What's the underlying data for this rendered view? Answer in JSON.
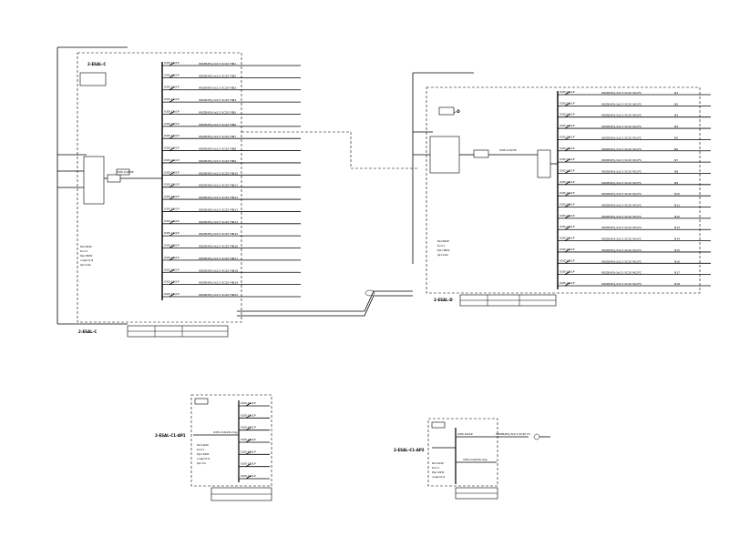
{
  "panel_a": {
    "name": "2-ESAL-C",
    "supply_left": "2-ESAL-C",
    "breaker_rows": [
      {
        "breaker": "IC65-C6/1P",
        "cable": "WDZB-BYJ-3x2.5 SC20 FC",
        "circuit": "N1"
      },
      {
        "breaker": "IC65-C6/1P",
        "cable": "WDZB-BYJ-3x2.5 SC20 FC",
        "circuit": "N2"
      },
      {
        "breaker": "IC65-C6/1P",
        "cable": "WDZB-BYJ-3x2.5 SC20 FC",
        "circuit": "N3"
      },
      {
        "breaker": "IC65-C6/1P",
        "cable": "WDZB-BYJ-3x2.5 SC20 FC",
        "circuit": "N4"
      },
      {
        "breaker": "IC65-C6/1P",
        "cable": "WDZB-BYJ-3x2.5 SC20 FC",
        "circuit": "N5"
      },
      {
        "breaker": "IC65-C6/1P",
        "cable": "WDZB-BYJ-3x2.5 SC20 FC",
        "circuit": "N6"
      },
      {
        "breaker": "IC65-C6/1P",
        "cable": "WDZB-BYJ-3x2.5 SC20 FC",
        "circuit": "N7"
      },
      {
        "breaker": "IC65-C6/1P",
        "cable": "WDZB-BYJ-3x2.5 SC20 FC",
        "circuit": "N8"
      },
      {
        "breaker": "IC65-C6/1P",
        "cable": "WDZB-BYJ-3x2.5 SC20 FC",
        "circuit": "N9"
      },
      {
        "breaker": "IC65-C6/1P",
        "cable": "WDZB-BYJ-3x2.5 SC20 FC",
        "circuit": "N10"
      },
      {
        "breaker": "IC65-C6/1P",
        "cable": "WDZB-BYJ-3x2.5 SC20 FC",
        "circuit": "N11"
      },
      {
        "breaker": "IC65-C6/1P",
        "cable": "WDZB-BYJ-3x2.5 SC20 FC",
        "circuit": "N12"
      },
      {
        "breaker": "IC65-C6/1P",
        "cable": "WDZB-BYJ-3x2.5 SC20 FC",
        "circuit": "N13"
      },
      {
        "breaker": "IC65-C6/1P",
        "cable": "WDZB-BYJ-3x2.5 SC20 FC",
        "circuit": "N14"
      },
      {
        "breaker": "IC65-C6/1P",
        "cable": "WDZB-BYJ-3x2.5 SC20 FC",
        "circuit": "N15"
      },
      {
        "breaker": "IC65-C6/1P",
        "cable": "WDZB-BYJ-3x2.5 SC20 FC",
        "circuit": "N16"
      },
      {
        "breaker": "IC65-C6/1P",
        "cable": "WDZB-BYJ-3x2.5 SC20 FC",
        "circuit": "N17"
      },
      {
        "breaker": "IC65-C6/1P",
        "cable": "WDZB-BYJ-3x2.5 SC20 FC",
        "circuit": "N18"
      },
      {
        "breaker": "IC65-C6/1P",
        "cable": "WDZB-BYJ-3x2.5 SC20 FC",
        "circuit": "N19"
      },
      {
        "breaker": "IC65-C6/1P",
        "cable": "WDZB-BYJ-3x2.5 SC20 FC",
        "circuit": "N20"
      }
    ],
    "main_breaker": "IC65-C16/3P",
    "params": [
      "Pe=8kW",
      "Kx=1",
      "Pjs=8kW",
      "cosφ=0.9",
      "Ijs=14A"
    ],
    "footer": "2-ESAL-C"
  },
  "panel_b": {
    "name": "2-ESAL-D",
    "supply_left": "2-ESAL-D",
    "breaker_rows": [
      {
        "breaker": "IC65-C6/1P",
        "cable": "WDZB-BYJ-3x2.5 SC20 WC/FC",
        "circuit": "N1"
      },
      {
        "breaker": "IC65-C6/1P",
        "cable": "WDZB-BYJ-3x2.5 SC20 WC/FC",
        "circuit": "N2"
      },
      {
        "breaker": "IC65-C6/1P",
        "cable": "WDZB-BYJ-3x2.5 SC20 WC/FC",
        "circuit": "N3"
      },
      {
        "breaker": "IC65-C6/1P",
        "cable": "WDZB-BYJ-3x2.5 SC20 WC/FC",
        "circuit": "N4"
      },
      {
        "breaker": "IC65-C6/1P",
        "cable": "WDZB-BYJ-3x2.5 SC20 WC/FC",
        "circuit": "N5"
      },
      {
        "breaker": "IC65-C6/1P",
        "cable": "WDZB-BYJ-3x2.5 SC20 WC/FC",
        "circuit": "N6"
      },
      {
        "breaker": "IC65-C6/1P",
        "cable": "WDZB-BYJ-3x2.5 SC20 WC/FC",
        "circuit": "N7"
      },
      {
        "breaker": "IC65-C6/1P",
        "cable": "WDZB-BYJ-3x2.5 SC20 WC/FC",
        "circuit": "N8"
      },
      {
        "breaker": "IC65-C6/1P",
        "cable": "WDZB-BYJ-3x2.5 SC20 WC/FC",
        "circuit": "N9"
      },
      {
        "breaker": "IC65-C6/1P",
        "cable": "WDZB-BYJ-3x2.5 SC20 WC/FC",
        "circuit": "N10"
      },
      {
        "breaker": "IC65-C6/1P",
        "cable": "WDZB-BYJ-3x2.5 SC20 WC/FC",
        "circuit": "N11"
      },
      {
        "breaker": "IC65-C6/1P",
        "cable": "WDZB-BYJ-3x2.5 SC20 WC/FC",
        "circuit": "N12"
      },
      {
        "breaker": "IC65-C6/1P",
        "cable": "WDZB-BYJ-3x2.5 SC20 WC/FC",
        "circuit": "N13"
      },
      {
        "breaker": "IC65-C6/1P",
        "cable": "WDZB-BYJ-3x2.5 SC20 WC/FC",
        "circuit": "N14"
      },
      {
        "breaker": "IC65-C6/1P",
        "cable": "WDZB-BYJ-3x2.5 SC20 WC/FC",
        "circuit": "N15"
      },
      {
        "breaker": "IC65-C6/1P",
        "cable": "WDZB-BYJ-3x2.5 SC20 WC/FC",
        "circuit": "N16"
      },
      {
        "breaker": "IC65-C6/1P",
        "cable": "WDZB-BYJ-3x2.5 SC20 WC/FC",
        "circuit": "N17"
      },
      {
        "breaker": "IC65-C6/1P",
        "cable": "WDZB-BYJ-3x2.5 SC20 WC/FC",
        "circuit": "N18"
      }
    ],
    "main_breaker": "IC65-C16/3P",
    "params": [
      "Pe=8kW",
      "Kx=1",
      "Pjs=8kW",
      "Ijs=14A"
    ],
    "footer": "2-ESAL-D"
  },
  "panel_c": {
    "name": "2-ESAL-C1-AP1",
    "rows": [
      "IC65-C6/1P",
      "IC65-C6/1P",
      "IC65-C6/1P",
      "IC65-C6/1P",
      "IC65-C6/1P",
      "IC65-C6/1P",
      "IC65-C6/1P"
    ],
    "main_breaker": "IC65-C16/2P+Vigi",
    "params": [
      "Pe=4kW",
      "Kx=1",
      "Pjs=4kW",
      "cosφ=0.9",
      "Ijs=7A"
    ]
  },
  "panel_d": {
    "name": "2-ESAL-C1-AP2",
    "cable": "WDZB-BYJ-3x2.5 SC20 FC",
    "breaker": "IC65-C6/1P",
    "main_breaker": "IC65-C16/2P+Vigi",
    "params": [
      "Pe=2kW",
      "Kx=1",
      "Pjs=2kW",
      "cosφ=0.9"
    ]
  }
}
